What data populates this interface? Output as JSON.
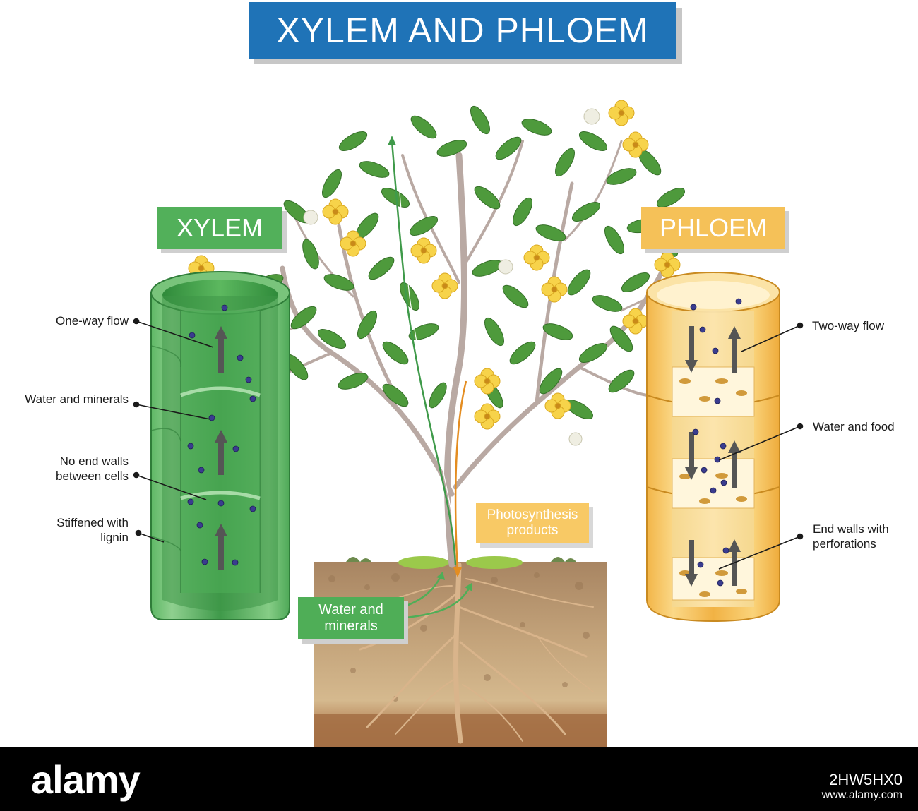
{
  "title": "XYLEM AND PHLOEM",
  "xylem_tag": "XYLEM",
  "phloem_tag": "PHLOEM",
  "photosynthesis_tag": {
    "line1": "Photosynthesis",
    "line2": "products"
  },
  "water_tag": {
    "line1": "Water and",
    "line2": "minerals"
  },
  "xylem_labels": [
    {
      "line1": "One-way flow",
      "line2": ""
    },
    {
      "line1": "Water and minerals",
      "line2": ""
    },
    {
      "line1": "No end walls",
      "line2": "between cells"
    },
    {
      "line1": "Stiffened with",
      "line2": "lignin"
    }
  ],
  "phloem_labels": [
    {
      "line1": "Two-way flow",
      "line2": ""
    },
    {
      "line1": "Water and food",
      "line2": ""
    },
    {
      "line1": "End walls with",
      "line2": "perforations"
    }
  ],
  "footer": {
    "brand": "alamy",
    "image_id": "2HW5HX0",
    "url": "www.alamy.com"
  },
  "colors": {
    "title_bg": "#1f73b7",
    "xylem_green": "#52b05a",
    "phloem_yellow": "#f5c158",
    "soil": "#b89067",
    "leaf": "#4e9a3c",
    "flower": "#f7d34a"
  }
}
